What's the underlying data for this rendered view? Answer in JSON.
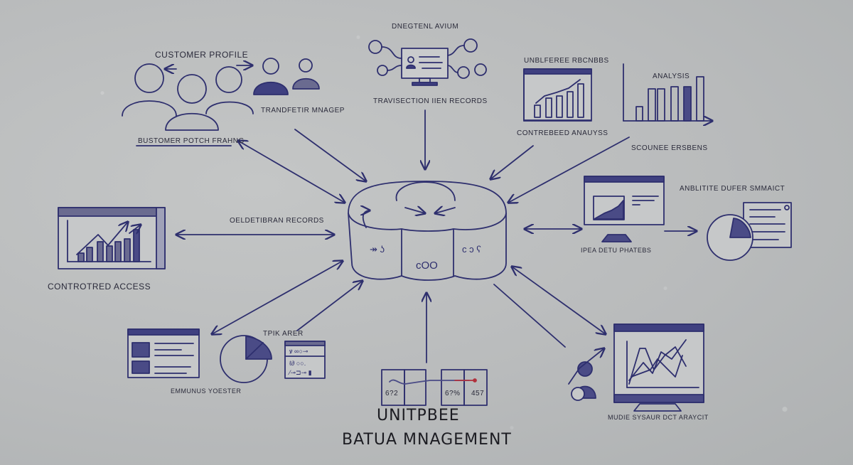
{
  "diagram": {
    "title_line1": "UNITPBEE",
    "title_line2": "BATUA MNAGEMENT",
    "center_node": "database-cylinder",
    "colors": {
      "ink": "#2e2f6e",
      "fill": "#4a4b86",
      "background": "#bcbebf",
      "accent_red": "#b0303c"
    },
    "labels": {
      "customer_profile": "CUSTOMER PROFILE",
      "transfer_manager": "TRANDFETIR MNAGEP",
      "bustomer_path": "BUSTOMER POTCH FRAHNG",
      "digital_top": "DNEGTENL AVIUM",
      "transaction_records": "TRAVISECTION IIEN RECORDS",
      "unbleree_records": "UNBLFEREE RBCNBBS",
      "controlled_analysis": "CONTREBEED ANAUYSS",
      "analysis": "ANALYSIS",
      "scounee_ersbens": "SCOUNEE ERSBENS",
      "orbdetibran_records": "OELDETIBRAN RECORDS",
      "controred_access": "CONTROTRED ACCESS",
      "anbutite_dufer": "ANBLITITE DUFER SMMAICT",
      "ipea_detu": "IPEA DETU PHATEBS",
      "tpik_arer": "TPIK ARER",
      "emmunus_yoester": "EMMUNUS YOESTER",
      "mudie_sysaur": "MUDIE SYSAUR DCT ARAYCIT",
      "num_1": "6?2",
      "num_2": "6?%",
      "num_3": "457"
    }
  }
}
